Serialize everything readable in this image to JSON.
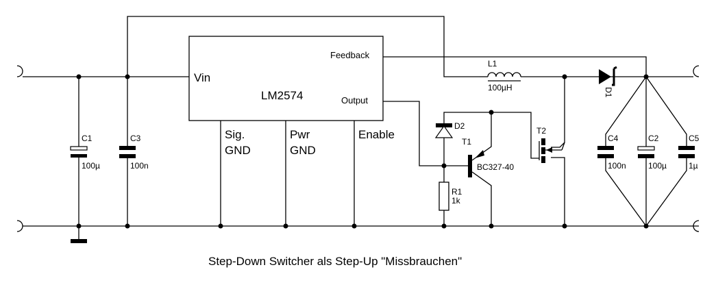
{
  "title": "Step-Down Switcher als Step-Up \"Missbrauchen\"",
  "ic": {
    "name": "LM2574",
    "pins": {
      "vin": "Vin",
      "feedback": "Feedback",
      "output": "Output",
      "sig_gnd_1": "Sig.",
      "sig_gnd_2": "GND",
      "pwr_gnd_1": "Pwr",
      "pwr_gnd_2": "GND",
      "enable": "Enable"
    }
  },
  "components": {
    "C1": {
      "ref": "C1",
      "value": "100µ",
      "type": "electrolytic-capacitor"
    },
    "C3": {
      "ref": "C3",
      "value": "100n",
      "type": "capacitor"
    },
    "L1": {
      "ref": "L1",
      "value": "100µH",
      "type": "inductor"
    },
    "D1": {
      "ref": "D1",
      "type": "schottky-diode"
    },
    "D2": {
      "ref": "D2",
      "type": "diode"
    },
    "T1": {
      "ref": "T1",
      "value": "BC327-40",
      "type": "pnp-transistor"
    },
    "T2": {
      "ref": "T2",
      "type": "n-mosfet"
    },
    "R1": {
      "ref": "R1",
      "value": "1k",
      "type": "resistor"
    },
    "C4": {
      "ref": "C4",
      "value": "100n",
      "type": "capacitor"
    },
    "C2": {
      "ref": "C2",
      "value": "100µ",
      "type": "electrolytic-capacitor"
    },
    "C5": {
      "ref": "C5",
      "value": "1µ",
      "type": "capacitor"
    }
  }
}
